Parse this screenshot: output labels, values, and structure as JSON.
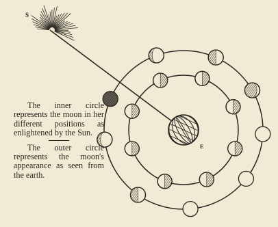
{
  "labels": {
    "sun": "S",
    "earth": "E"
  },
  "caption": {
    "paragraph_1": "The inner circle represents the moon in her different positions as enlightened by the Sun.",
    "paragraph_2": "The outer circle represents the moon's appearance as seen from the earth."
  },
  "colors": {
    "paper": "#f1ead4",
    "ink": "#2a2621",
    "shade": "#8a857c"
  },
  "inner_moons": [
    {
      "name": "inner-moon-1",
      "dark_side": "right"
    },
    {
      "name": "inner-moon-2",
      "dark_side": "right"
    },
    {
      "name": "inner-moon-3",
      "dark_side": "right"
    },
    {
      "name": "inner-moon-4",
      "dark_side": "right"
    },
    {
      "name": "inner-moon-5",
      "dark_side": "right"
    },
    {
      "name": "inner-moon-6",
      "dark_side": "right"
    },
    {
      "name": "inner-moon-7",
      "dark_side": "right"
    },
    {
      "name": "inner-moon-8",
      "dark_side": "right"
    }
  ],
  "outer_moons": [
    {
      "name": "outer-moon-new",
      "phase": "new"
    },
    {
      "name": "outer-moon-upper-left",
      "phase": "gibbous"
    },
    {
      "name": "outer-moon-upper-right",
      "phase": "half"
    },
    {
      "name": "outer-moon-right",
      "phase": "crescent"
    },
    {
      "name": "outer-moon-far-right",
      "phase": "full"
    },
    {
      "name": "outer-moon-lower-right",
      "phase": "full"
    },
    {
      "name": "outer-moon-bottom",
      "phase": "full"
    },
    {
      "name": "outer-moon-lower-left",
      "phase": "half"
    },
    {
      "name": "outer-moon-left",
      "phase": "gibbous"
    }
  ]
}
